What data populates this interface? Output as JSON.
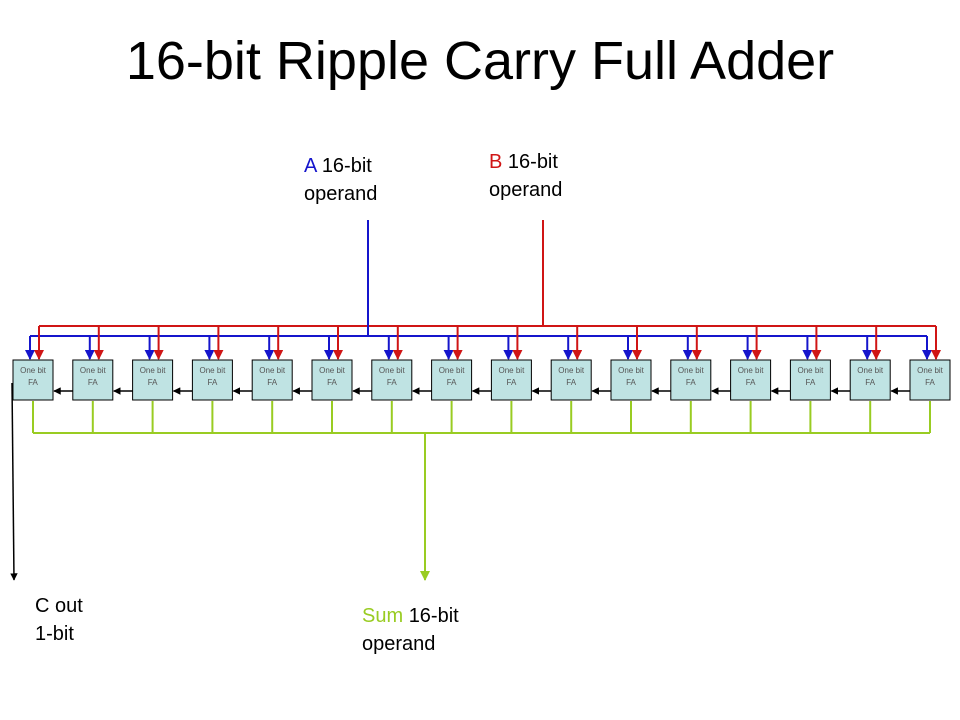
{
  "title": "16-bit Ripple Carry Full Adder",
  "labels": {
    "a": {
      "name": "A",
      "line1": "16-bit",
      "line2": "operand",
      "color": "#1515cc"
    },
    "b": {
      "name": "B",
      "line1": "16-bit",
      "line2": "operand",
      "color": "#d01515"
    },
    "sum": {
      "name": "Sum",
      "line1": "16-bit",
      "line2": "operand",
      "color": "#99cc22"
    },
    "cout": {
      "line1": "C out",
      "line2": "1-bit"
    }
  },
  "adder": {
    "count": 16,
    "label_line1": "One bit",
    "label_line2": "FA"
  },
  "colors": {
    "a_bus": "#1515cc",
    "b_bus": "#d01515",
    "sum_bus": "#99cc22",
    "carry": "#000000",
    "box_fill": "#bfe3e3",
    "box_stroke": "#000000"
  }
}
